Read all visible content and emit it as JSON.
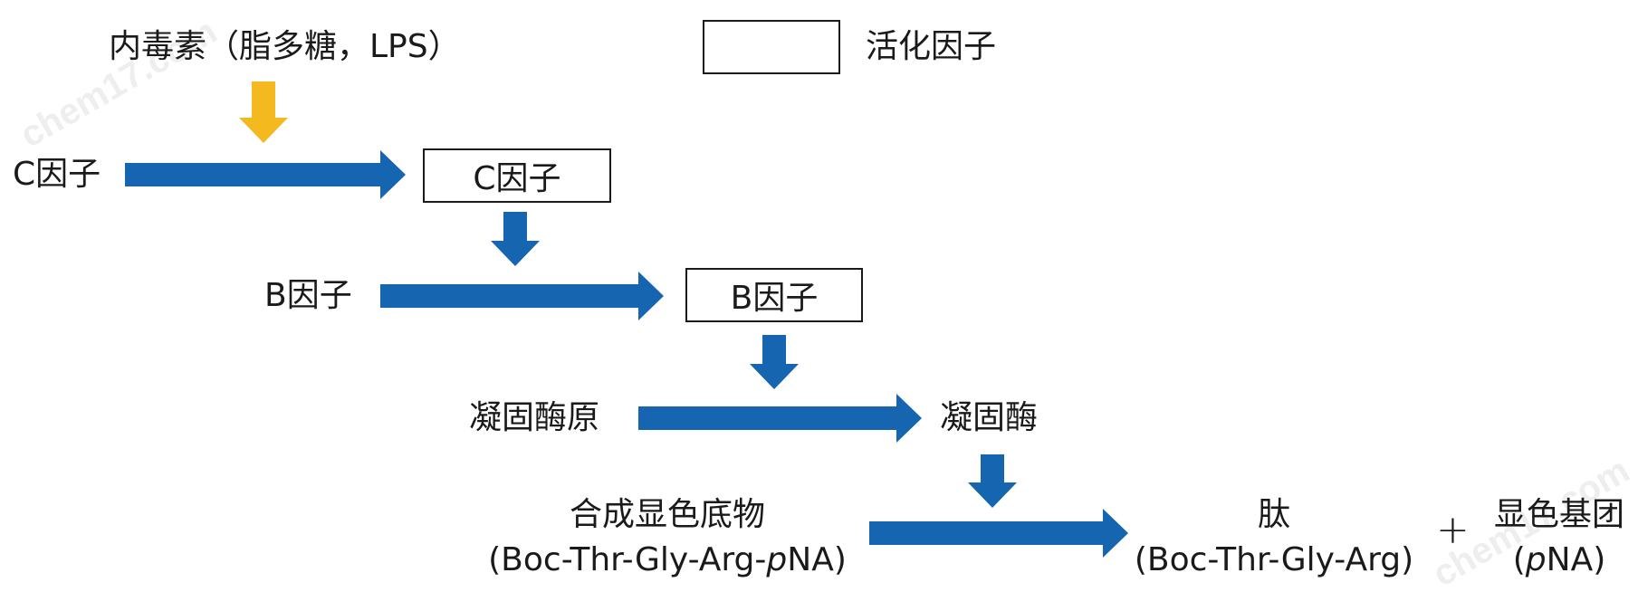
{
  "colors": {
    "flow_arrow": "#1565B0",
    "trigger_arrow": "#F3B91E",
    "box_border": "#1a1a1a",
    "text": "#1a1a1a"
  },
  "legend": {
    "label": "活化因子"
  },
  "nodes": {
    "endotoxin": "内毒素（脂多糖，LPS）",
    "factor_c": "C因子",
    "factor_c_active": "C因子",
    "factor_b": "B因子",
    "factor_b_active": "B因子",
    "proclotting_enzyme": "凝固酶原",
    "clotting_enzyme": "凝固酶",
    "substrate_name": "合成显色底物",
    "substrate_formula_prefix": "(Boc-Thr-Gly-Arg-",
    "substrate_formula_italic": "p",
    "substrate_formula_suffix": "NA)",
    "peptide_name": "肽",
    "peptide_formula": "(Boc-Thr-Gly-Arg)",
    "plus": "+",
    "chromophore_name": "显色基团",
    "chromophore_formula_prefix": "(",
    "chromophore_formula_italic": "p",
    "chromophore_formula_suffix": "NA)"
  },
  "watermarks": [
    "chem17.com",
    "chem17.com"
  ]
}
